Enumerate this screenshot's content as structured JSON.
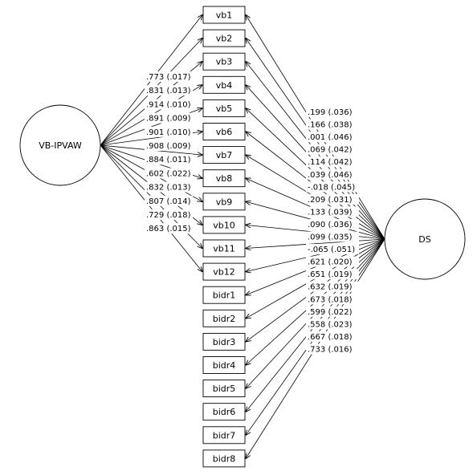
{
  "factors": {
    "left": {
      "label": "VB-IPVAW"
    },
    "right": {
      "label": "DS"
    }
  },
  "indicators": [
    "vb1",
    "vb2",
    "vb3",
    "vb4",
    "vb5",
    "vb6",
    "vb7",
    "vb8",
    "vb9",
    "vb10",
    "vb11",
    "vb12",
    "bidr1",
    "bidr2",
    "bidr3",
    "bidr4",
    "bidr5",
    "bidr6",
    "bidr7",
    "bidr8"
  ],
  "left_loadings": [
    ".773 (.017)",
    ".831 (.013)",
    ".914 (.010)",
    ".891 (.009)",
    ".901 (.010)",
    ".908 (.009)",
    ".884 (.011)",
    ".602 (.022)",
    ".832 (.013)",
    ".807 (.014)",
    ".729 (.018)",
    ".863 (.015)"
  ],
  "right_loadings": [
    ".199 (.036)",
    ".166 (.038)",
    ".001 (.046)",
    ".069 (.042)",
    ".114 (.042)",
    ".039 (.046)",
    "-.018 (.045)",
    ".209 (.031)",
    ".133 (.039)",
    ".090 (.036)",
    ".099 (.035)",
    "-.065 (.051)",
    ".621 (.020)",
    ".651 (.019)",
    ".632 (.019)",
    ".673 (.018)",
    ".599 (.022)",
    ".558 (.023)",
    ".667 (.018)",
    ".733 (.016)"
  ]
}
